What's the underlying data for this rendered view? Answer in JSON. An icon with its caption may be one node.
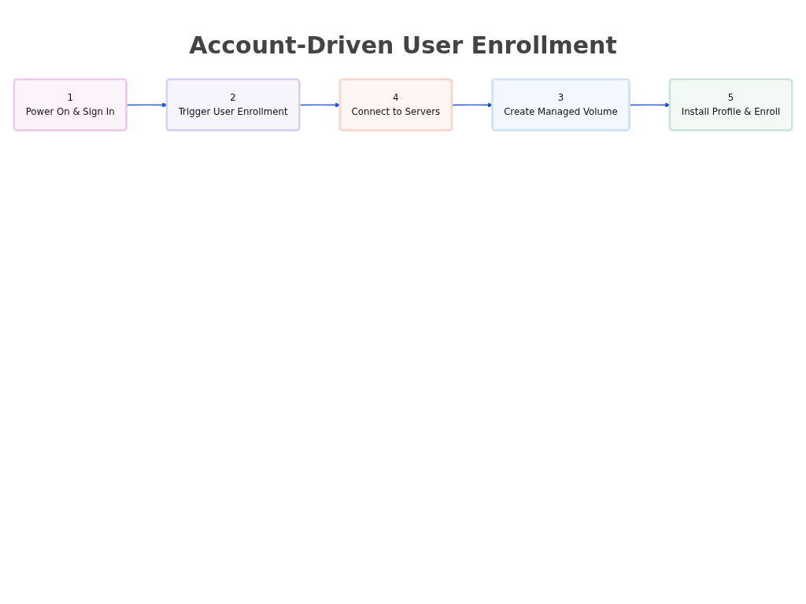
{
  "diagram": {
    "title": "Account-Driven User Enrollment",
    "nodes": [
      {
        "text": [
          "1",
          "Power On & Sign In"
        ]
      },
      {
        "text": [
          "2",
          "Trigger User Enrollment"
        ]
      },
      {
        "text": [
          "3",
          "Create Managed Volume"
        ]
      },
      {
        "text": [
          "4",
          "Connect to Servers"
        ]
      },
      {
        "text": [
          "5",
          "Install Profile & Enroll"
        ]
      }
    ],
    "edges": [
      {
        "from": 0,
        "to": 1,
        "arrow": "to"
      },
      {
        "from": 1,
        "to": 3,
        "arrow": "to"
      },
      {
        "from": 3,
        "to": 2,
        "arrow": "to"
      },
      {
        "from": 2,
        "to": 4,
        "arrow": "to"
      }
    ]
  }
}
